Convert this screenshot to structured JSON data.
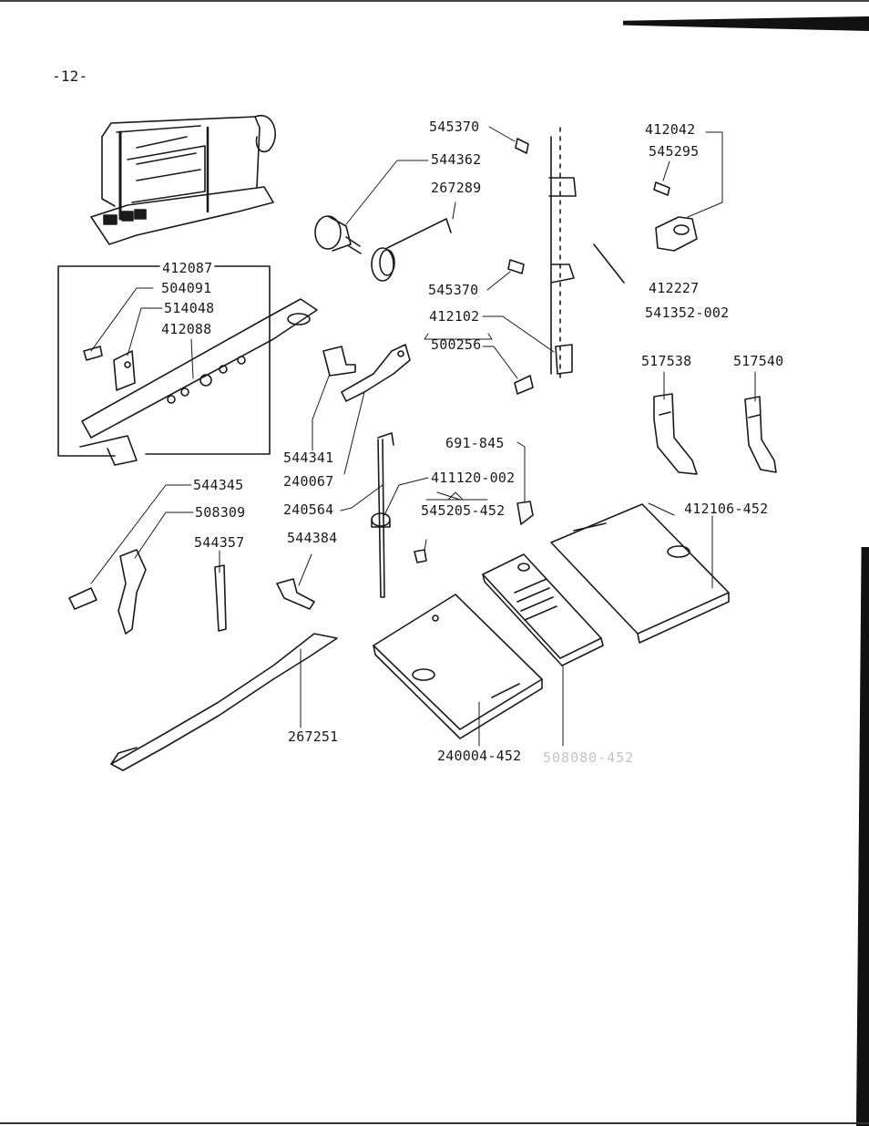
{
  "page": {
    "page_number": "-12-"
  },
  "parts": {
    "p545370_top": "545370",
    "p544362": "544362",
    "p267289": "267289",
    "p545370_mid": "545370",
    "p412102": "412102",
    "p500256": "500256",
    "p412042": "412042",
    "p545295": "545295",
    "p412227": "412227",
    "p541352": "541352-002",
    "p517538": "517538",
    "p517540": "517540",
    "p412087": "412087",
    "p504091": "504091",
    "p514048": "514048",
    "p412088": "412088",
    "p544341": "544341",
    "p240067": "240067",
    "p240564": "240564",
    "p691845": "691-845",
    "p411120": "411120-002",
    "p545205": "545205-452",
    "p412106": "412106-452",
    "p544345": "544345",
    "p508309": "508309",
    "p544357": "544357",
    "p544384": "544384",
    "p267251": "267251",
    "p240004": "240004-452",
    "p_faint": "508080-452"
  },
  "colors": {
    "ink": "#1a1a1a",
    "paper": "#ffffff"
  }
}
